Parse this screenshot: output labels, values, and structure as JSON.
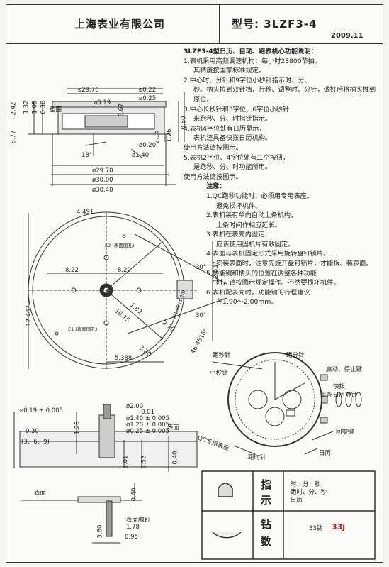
{
  "header": {
    "company": "上海表业有限公司",
    "model": "型号: 3LZF3-4",
    "date": "2009.11"
  },
  "notes": {
    "title": "3LZF3-4型日历、自动、跑表机心功能说明：",
    "items": [
      {
        "text": "1.表机采用高频调速机构：每小时28800节拍。",
        "cont": "其精度按国家标准规定。"
      },
      {
        "text": "2.中心时、分针和9字位小秒针指示时、分、",
        "cont": "秒。柄头拉到双针档，行秒、调整时、分针，调好后将柄头推到原位。"
      },
      {
        "text": "3.中心长秒针和3字位、6字位小秒针",
        "cont": "来跑秒、分、时指针指示。"
      },
      {
        "text": "4.表机4字位处有日历显示，",
        "cont": "表机还具备快拨日历机构。"
      },
      {
        "text": "",
        "cont": "使用方法请按图示。"
      },
      {
        "text": "5.表机2字位、4字位处有二个按钮，",
        "cont": "是跑秒、分、时功能所用。"
      },
      {
        "text": "",
        "cont": "使用方法请按图示。"
      }
    ],
    "attention": "注意：",
    "cautions": [
      {
        "text": "1.QC跑秒功能时，必须用专用表座。",
        "cont": "避免损坏机件。"
      },
      {
        "text": "2.表机装有单向自动上条机构，",
        "cont": "上条时间作相应延长。"
      },
      {
        "text": "3.表机在表壳内固定，",
        "cont": "应该使用固机片有效固定。"
      },
      {
        "text": "4.表面与表机固定形式采用旋转盘钉锁片。",
        "cont": "安装表面时，注意先旋开盘钉锁片，才能拆、装表面。"
      },
      {
        "text": "5.功能键和柄头的位置在调整各种功能",
        "cont": "时，请按图示规定操作。不然要损坏机件。"
      },
      {
        "text": "6.表机配表壳时，功能键的行程建议",
        "cont": "在1.90～2.00mm。"
      }
    ]
  },
  "dims_top": {
    "d1": "ø29.70",
    "d2": "ø0.22",
    "d3": "ø0.25",
    "d4": "ø0.19",
    "d5": "ø29.70",
    "d6": "ø30.00",
    "d7": "ø30.40",
    "d8": "ø1.40",
    "d9": "ø0.20",
    "label": "垫圈",
    "angle": "18°",
    "v1": "2.42",
    "v2": "1.32",
    "v3": "1.05",
    "v4": "0.30",
    "v5": "8.77",
    "v6": "3.67",
    "v7": "2.15",
    "v8": "1.26",
    "v9": "0.60"
  },
  "dims_mid": {
    "a": "4.491",
    "b": "8.22",
    "c": "8.22",
    "d": "12.487",
    "e": "12.837",
    "f": "5.388",
    "g": "2.20",
    "h": "2.70",
    "i": "10.75",
    "j": "1.83",
    "k": "46.4516°",
    "ang1": "30°",
    "ang2": "30°",
    "mark1": "E2 (表面固孔)",
    "mark2": "E1 (表面固孔)",
    "mark3": "M1.90 (1.20)"
  },
  "dims_bot": {
    "a": "ø0.19 ± 0.005",
    "b": "0.30",
    "c": "(3、6、9)",
    "d": "ø2.00",
    "e": "ø1.40 ± 0.005",
    "f": "ø1.20 ± 0.005",
    "g": "ø0.25 ± 0.005",
    "h": "-0.01",
    "i": "1.26",
    "j": "1.01",
    "k": "1.53",
    "l": "0.40",
    "m": "表面"
  },
  "dims_low": {
    "a": "表面",
    "b": "0.40",
    "c": "表面胸钉",
    "d": "3.60",
    "e": "0.95",
    "f": "1.78"
  },
  "dial_labels": {
    "tl": "跑秒针",
    "tr": "跑分针",
    "l": "小秒针",
    "r1": "启动、停止键",
    "r2": "快拨",
    "r3": "日历对针",
    "r4": "上条",
    "r5": "回零键",
    "r6": "日历",
    "b1": "QC专用表座",
    "b2": "跑时针"
  },
  "table": {
    "c1": "指",
    "c2": "示",
    "c3": "时、分、秒",
    "c4": "跑时、分、秒",
    "c5": "日历",
    "c6": "钻",
    "c7": "数",
    "c8": "33钻",
    "hand": "33j"
  }
}
